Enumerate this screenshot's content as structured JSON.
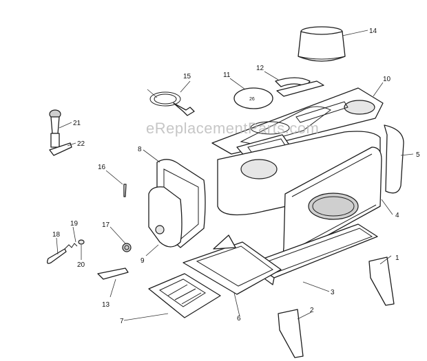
{
  "watermark": "eReplacementParts.com",
  "callouts": [
    "1",
    "2",
    "3",
    "4",
    "5",
    "6",
    "7",
    "8",
    "9",
    "10",
    "11",
    "12",
    "13",
    "14",
    "15",
    "16",
    "17",
    "18",
    "19",
    "20",
    "21",
    "22"
  ],
  "parts": {
    "p1": "leg",
    "p2": "leg",
    "p3": "bottom-panel",
    "p4": "front-side-panel",
    "p5": "rear-side-panel",
    "p6": "ash-tray",
    "p7": "grate",
    "p8": "door-frame",
    "p9": "door",
    "p10": "top-plate",
    "p11": "lid",
    "p12": "lid-frame",
    "p13": "handle",
    "p14": "flue-collar",
    "p15": "thermometer",
    "p16": "pin",
    "p17": "air-control",
    "p18": "handle-rod",
    "p19": "spring",
    "p20": "washer",
    "p21": "knob",
    "p22": "latch"
  }
}
